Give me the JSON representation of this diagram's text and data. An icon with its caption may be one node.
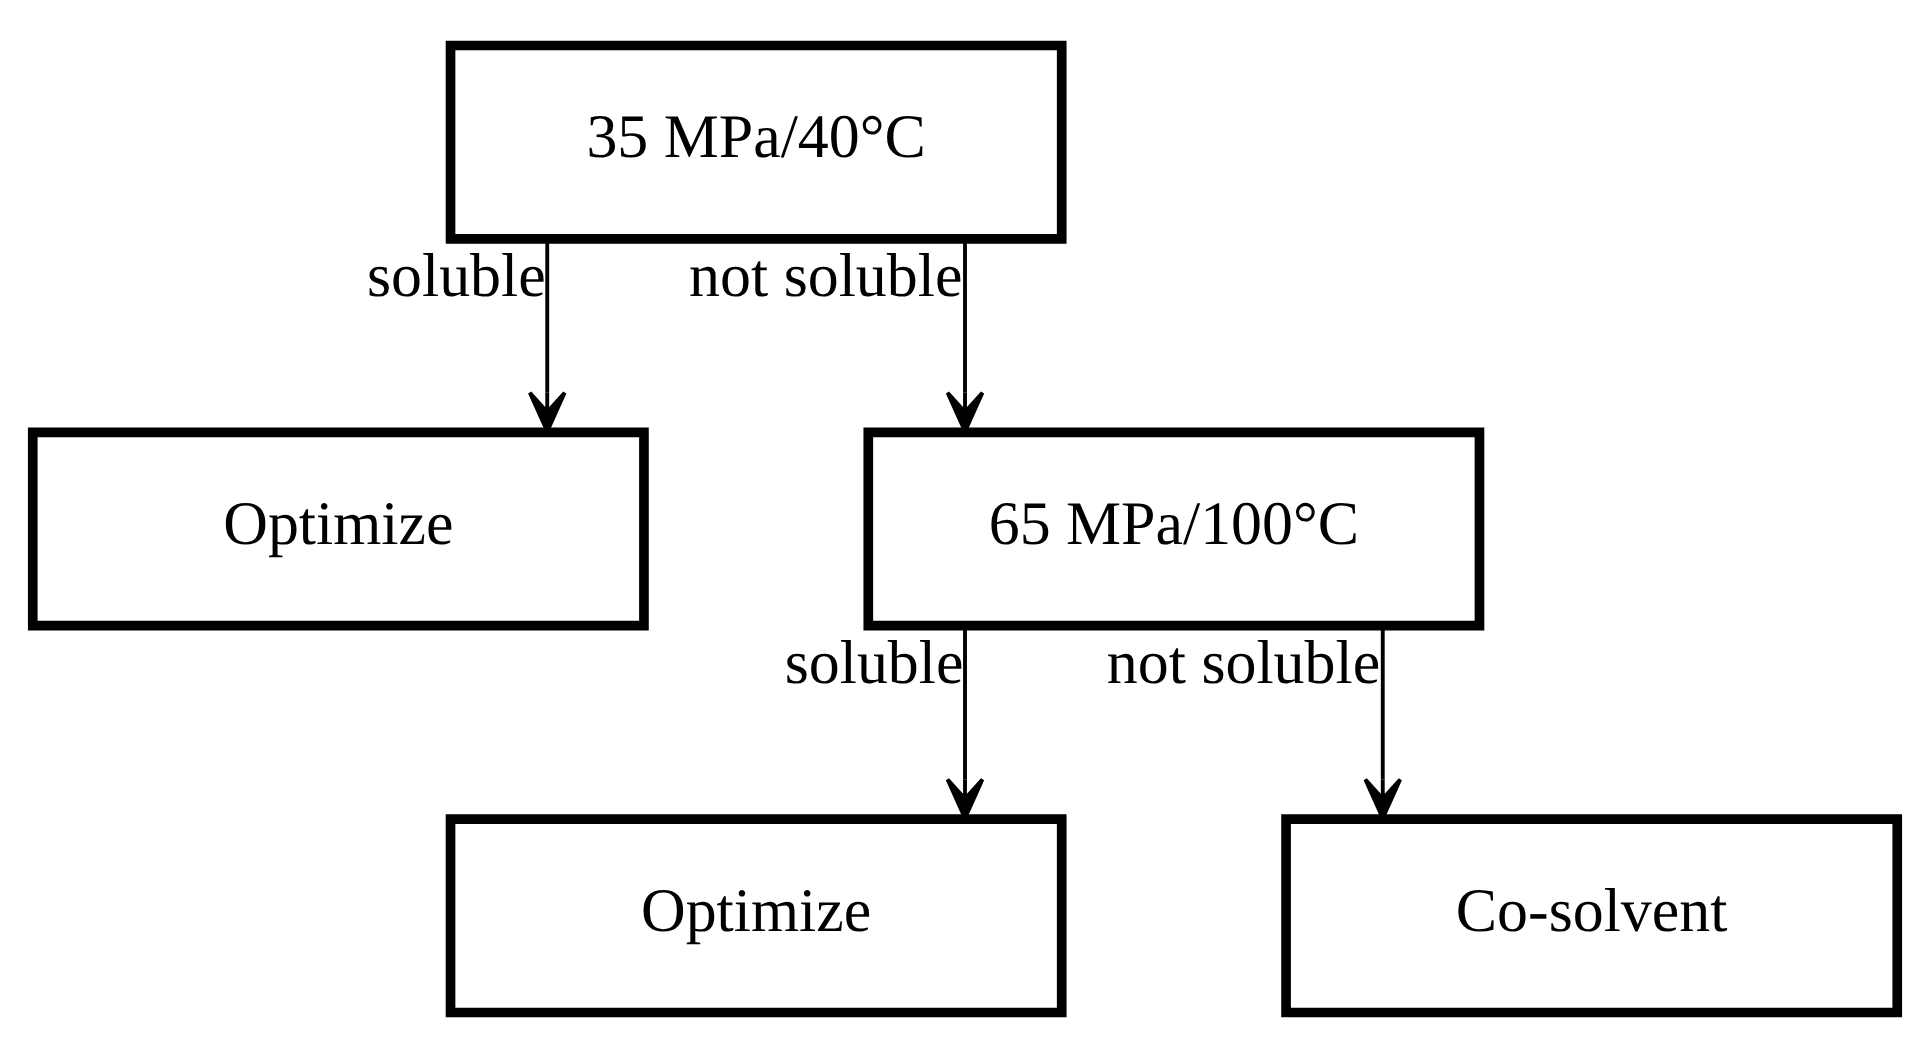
{
  "diagram": {
    "nodes": [
      {
        "text": [
          "35 MPa/40°C"
        ]
      },
      {
        "text": [
          "Optimize"
        ]
      },
      {
        "text": [
          "65 MPa/100°C"
        ]
      },
      {
        "text": [
          "Optimize"
        ]
      },
      {
        "text": [
          "Co-solvent"
        ]
      }
    ],
    "edges": [
      {
        "from": 0,
        "to": 1,
        "arrow": "to",
        "label": "soluble"
      },
      {
        "from": 0,
        "to": 2,
        "arrow": "to",
        "label": "not soluble"
      },
      {
        "from": 2,
        "to": 3,
        "arrow": "to",
        "label": "soluble"
      },
      {
        "from": 2,
        "to": 4,
        "arrow": "to",
        "label": "not soluble"
      }
    ]
  }
}
